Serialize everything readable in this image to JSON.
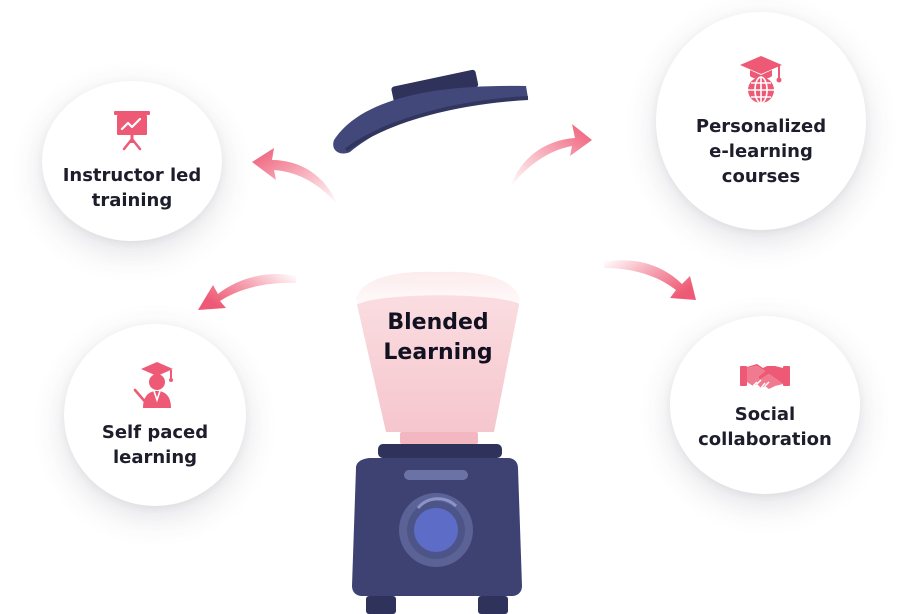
{
  "center": {
    "label": "Blended\nLearning"
  },
  "nodes": {
    "instructor": {
      "label": "Instructor led\ntraining",
      "icon": "presentation-board-icon"
    },
    "personalized": {
      "label": "Personalized\ne-learning\ncourses",
      "icon": "graduation-globe-icon"
    },
    "self_paced": {
      "label": "Self paced\nlearning",
      "icon": "student-graduate-icon"
    },
    "social": {
      "label": "Social\ncollaboration",
      "icon": "handshake-icon"
    }
  },
  "colors": {
    "accent": "#ee5a75",
    "accent_light": "#f7a3b3",
    "blender_body": "#3d4273",
    "blender_dark": "#2f335c",
    "blender_lid": "#424879",
    "jar_fill": "#f8d2d7",
    "dial_inner": "#5d6cc7",
    "text": "#1d1d2b"
  }
}
